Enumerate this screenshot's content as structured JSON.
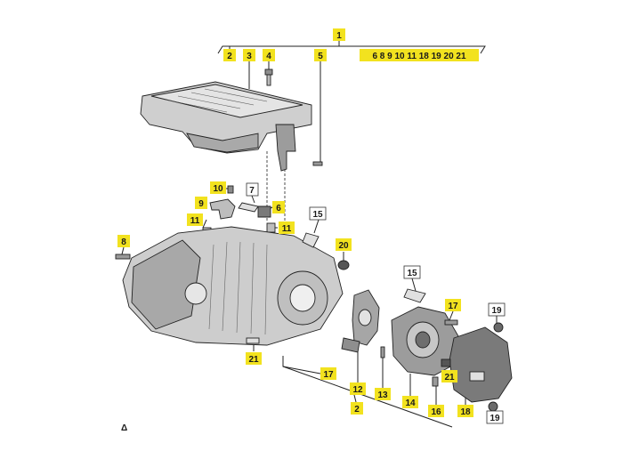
{
  "diagram": {
    "callouts": {
      "c1": "1",
      "c2": "2",
      "c3": "3",
      "c4": "4",
      "c5": "5",
      "c6": "6",
      "c7": "7",
      "c8": "8",
      "c9": "9",
      "c10": "10",
      "c11a": "11",
      "c11b": "11",
      "c12": "12",
      "c13": "13",
      "c14": "14",
      "c15a": "15",
      "c15b": "15",
      "c16": "16",
      "c17a": "17",
      "c17b": "17",
      "c18": "18",
      "c19a": "19",
      "c19b": "19",
      "c20": "20",
      "c21a": "21",
      "c21b": "21",
      "c2b": "2"
    },
    "kit_list": "6 8 9 10 11 18 19 20 21",
    "corner_mark": "Δ"
  },
  "colors": {
    "callout_fill": "#f2e21f",
    "part_fill": "#d4d4d4",
    "part_dark": "#8a8a8a",
    "ink": "#1a1a1a"
  }
}
